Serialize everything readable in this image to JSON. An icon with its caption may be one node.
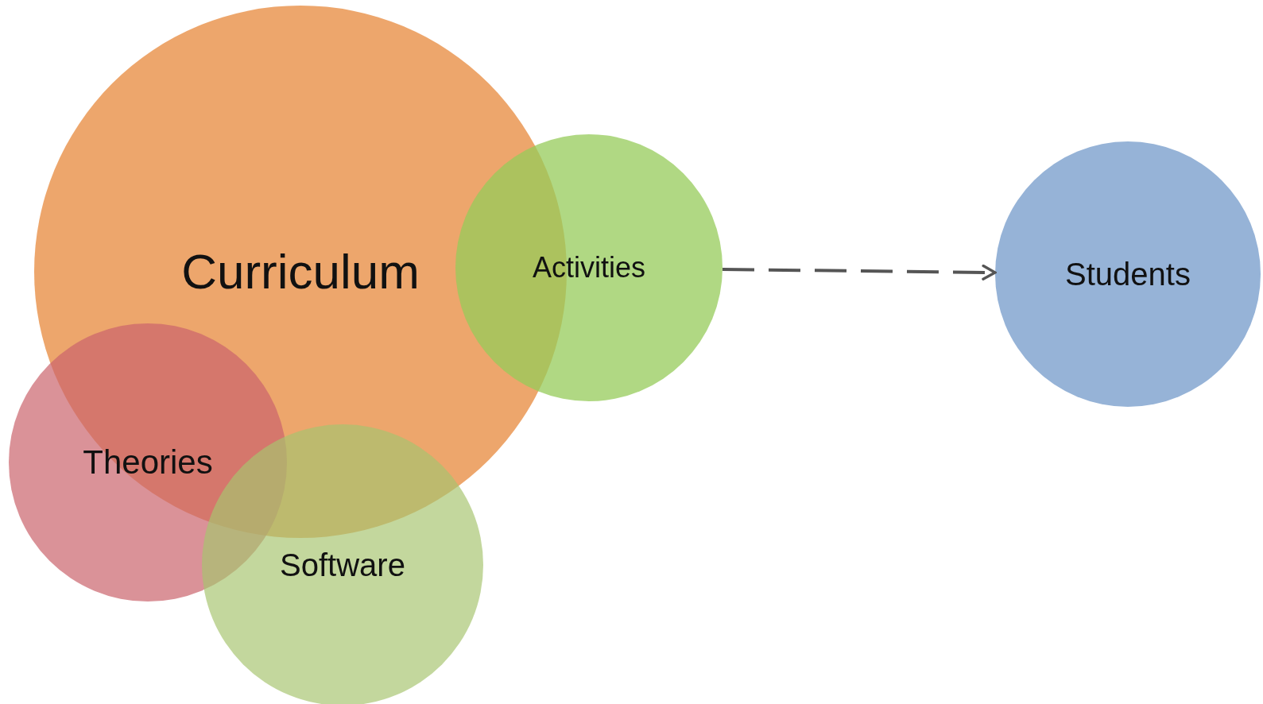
{
  "diagram": {
    "nodes": [
      {
        "text": [
          "Curriculum"
        ]
      },
      {
        "text": [
          "Activities"
        ]
      },
      {
        "text": [
          "Students"
        ]
      },
      {
        "text": [
          "Theories"
        ]
      },
      {
        "text": [
          "Software"
        ]
      }
    ],
    "edges": [
      {
        "from": 1,
        "to": 2,
        "arrow": "to",
        "style": "dashed"
      }
    ]
  }
}
